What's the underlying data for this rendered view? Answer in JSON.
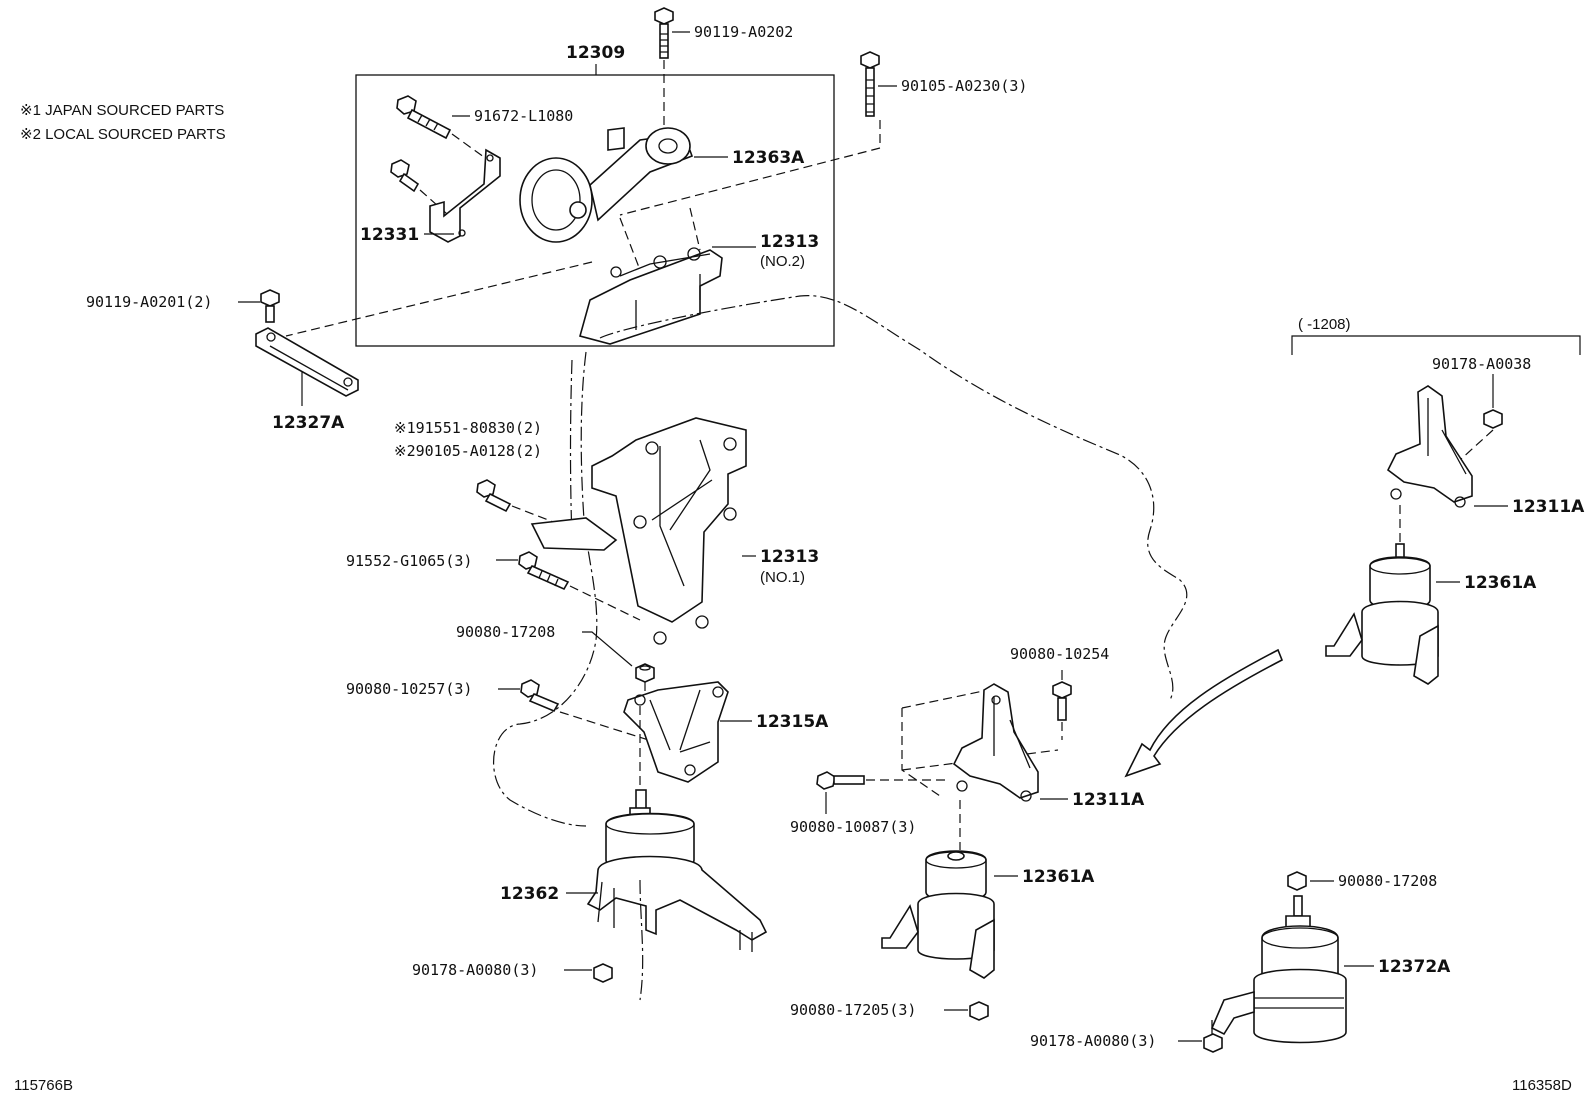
{
  "notes": {
    "note1": "※1 JAPAN SOURCED PARTS",
    "note2": "※2 LOCAL SOURCED PARTS"
  },
  "range_label": "(      -1208)",
  "figure_ids": {
    "left": "115766B",
    "right": "116358D"
  },
  "parts": {
    "p12309": "12309",
    "p90119_A0202": "90119-A0202",
    "p90105_A0230": "90105-A0230(3)",
    "p91672_L1080": "91672-L1080",
    "p12363A": "12363A",
    "p12331": "12331",
    "p12313_no2": "12313",
    "p12313_no2_sub": "(NO.2)",
    "p90119_A0201": "90119-A0201(2)",
    "p12327A": "12327A",
    "p91551_80830": "※191551-80830(2)",
    "p90105_A0128": "※290105-A0128(2)",
    "p91552_G1065": "91552-G1065(3)",
    "p12313_no1": "12313",
    "p12313_no1_sub": "(NO.1)",
    "p90080_17208_a": "90080-17208",
    "p90080_10257": "90080-10257(3)",
    "p12315A": "12315A",
    "p12362": "12362",
    "p90178_A0080_a": "90178-A0080(3)",
    "p90080_10254": "90080-10254",
    "p12311A_mid": "12311A",
    "p90080_10087": "90080-10087(3)",
    "p12361A_mid": "12361A",
    "p90080_17205": "90080-17205(3)",
    "p90178_A0038": "90178-A0038",
    "p12311A_right": "12311A",
    "p12361A_right": "12361A",
    "p90080_17208_b": "90080-17208",
    "p12372A": "12372A",
    "p90178_A0080_b": "90178-A0080(3)"
  }
}
